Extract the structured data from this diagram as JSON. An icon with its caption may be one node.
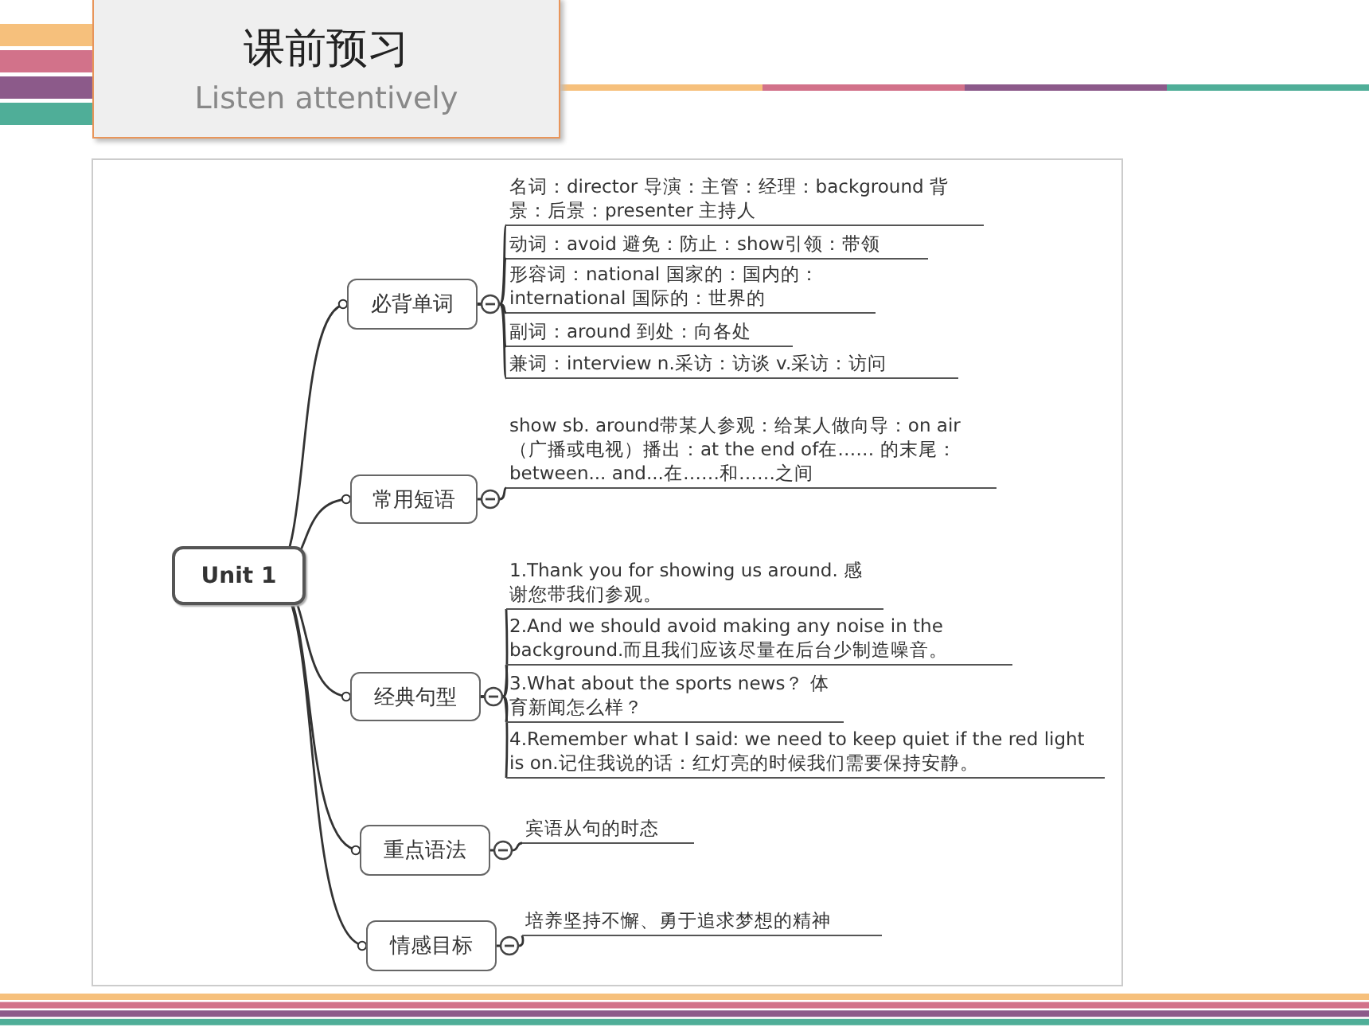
{
  "diagram": {
    "title": "课前预习",
    "nodes": [
      {
        "text": [
          "Unit 1"
        ]
      },
      {
        "text": [
          "必背单词"
        ]
      },
      {
        "text": [
          "常用短语"
        ]
      },
      {
        "text": [
          "经典句型"
        ]
      },
      {
        "text": [
          "重点语法"
        ]
      },
      {
        "text": [
          "情感目标"
        ]
      },
      {
        "text": [
          "名词：director 导演：主管：经理：background 背景：后景：presenter 主持人"
        ]
      },
      {
        "text": [
          "动词：avoid 避免：防止：show引领：带领"
        ]
      },
      {
        "text": [
          "形容词：national 国家的：国内的：international 国际的：世界的"
        ]
      },
      {
        "text": [
          "副词：around 到处：向各处"
        ]
      },
      {
        "text": [
          "兼词：interview n.采访：访谈 v.采访：访问"
        ]
      },
      {
        "text": [
          "show sb. around带某人参观：给某人做向导：on air（广播或电视）播出：at the end of在…… 的末尾：between... and...在……和……之间"
        ]
      },
      {
        "text": [
          "1.Thank you for showing us around. 感谢您带我们参观。"
        ]
      },
      {
        "text": [
          "2.And we should avoid making any noise in the background.而且我们应该尽量在后台少制造噪音。"
        ]
      },
      {
        "text": [
          "3.What about the sports news？ 体育新闻怎么样？"
        ]
      },
      {
        "text": [
          "4.Remember what I said: we need to keep quiet if the red light is on.记住我说的话：红灯亮的时候我们需要保持安静。"
        ]
      },
      {
        "text": [
          "宾语从句的时态"
        ]
      },
      {
        "text": [
          "培养坚持不懈、勇于追求梦想的精神"
        ]
      }
    ],
    "edges": [
      {
        "from": 0,
        "to": 1,
        "arrow": "other"
      },
      {
        "from": 0,
        "to": 2,
        "arrow": "other"
      },
      {
        "from": 0,
        "to": 3,
        "arrow": "other"
      },
      {
        "from": 0,
        "to": 4,
        "arrow": "other"
      },
      {
        "from": 0,
        "to": 5,
        "arrow": "other"
      },
      {
        "from": 1,
        "to": 6,
        "arrow": "none"
      },
      {
        "from": 1,
        "to": 7,
        "arrow": "none"
      },
      {
        "from": 1,
        "to": 8,
        "arrow": "none"
      },
      {
        "from": 1,
        "to": 9,
        "arrow": "none"
      },
      {
        "from": 1,
        "to": 10,
        "arrow": "none"
      },
      {
        "from": 2,
        "to": 11,
        "arrow": "none"
      },
      {
        "from": 3,
        "to": 12,
        "arrow": "none"
      },
      {
        "from": 3,
        "to": 13,
        "arrow": "none"
      },
      {
        "from": 3,
        "to": 14,
        "arrow": "none"
      },
      {
        "from": 3,
        "to": 15,
        "arrow": "none"
      },
      {
        "from": 4,
        "to": 16,
        "arrow": "none"
      },
      {
        "from": 5,
        "to": 17,
        "arrow": "none"
      }
    ],
    "labels": [
      "Listen attentively"
    ]
  }
}
